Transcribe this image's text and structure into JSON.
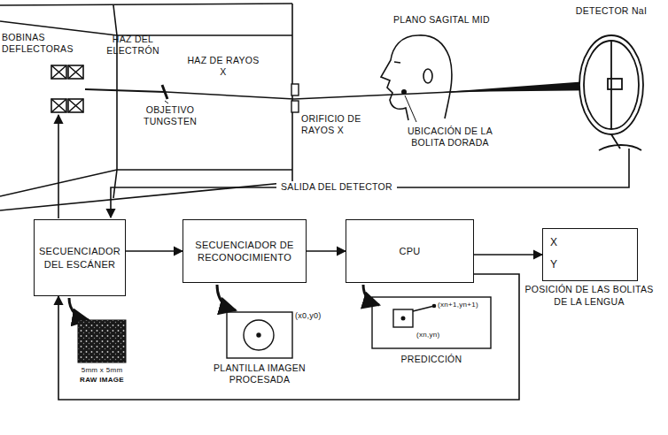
{
  "diagram": {
    "nodes": [
      {
        "text": [
          "SECUENCIADOR DEL ESCÁNER"
        ]
      },
      {
        "text": [
          "SECUENCIADOR DE RECONOCIMIENTO"
        ]
      },
      {
        "text": [
          "CPU"
        ]
      },
      {
        "text": [
          "X",
          "Y",
          "POSICIÓN DE LAS BOLITAS DE LA LENGUA"
        ]
      }
    ],
    "edges": [
      {
        "from": 0,
        "to": 1,
        "arrow": "to"
      },
      {
        "from": 1,
        "to": 2,
        "arrow": "to"
      },
      {
        "from": 2,
        "to": 3,
        "arrow": "to"
      },
      {
        "from": 2,
        "to": 0,
        "arrow": "to"
      }
    ],
    "labels": [
      "BOBINAS DEFLECTORAS",
      "HAZ DEL ELECTRÓN",
      "HAZ DE RAYOS X",
      "OBJETIVO TUNGSTEN",
      "ORIFICIO DE RAYOS X",
      "PLANO SAGITAL MID",
      "UBICACIÓN DE LA BOLITA DORADA",
      "DETECTOR NaI",
      "SALIDA DEL DETECTOR",
      "5mm x 5mm",
      "RAW IMAGE",
      "(x0,y0)",
      "PLANTILLA IMAGEN PROCESADA",
      "(xn+1,yn+1)",
      "(xn,yn)",
      "PREDICCIÓN"
    ]
  }
}
